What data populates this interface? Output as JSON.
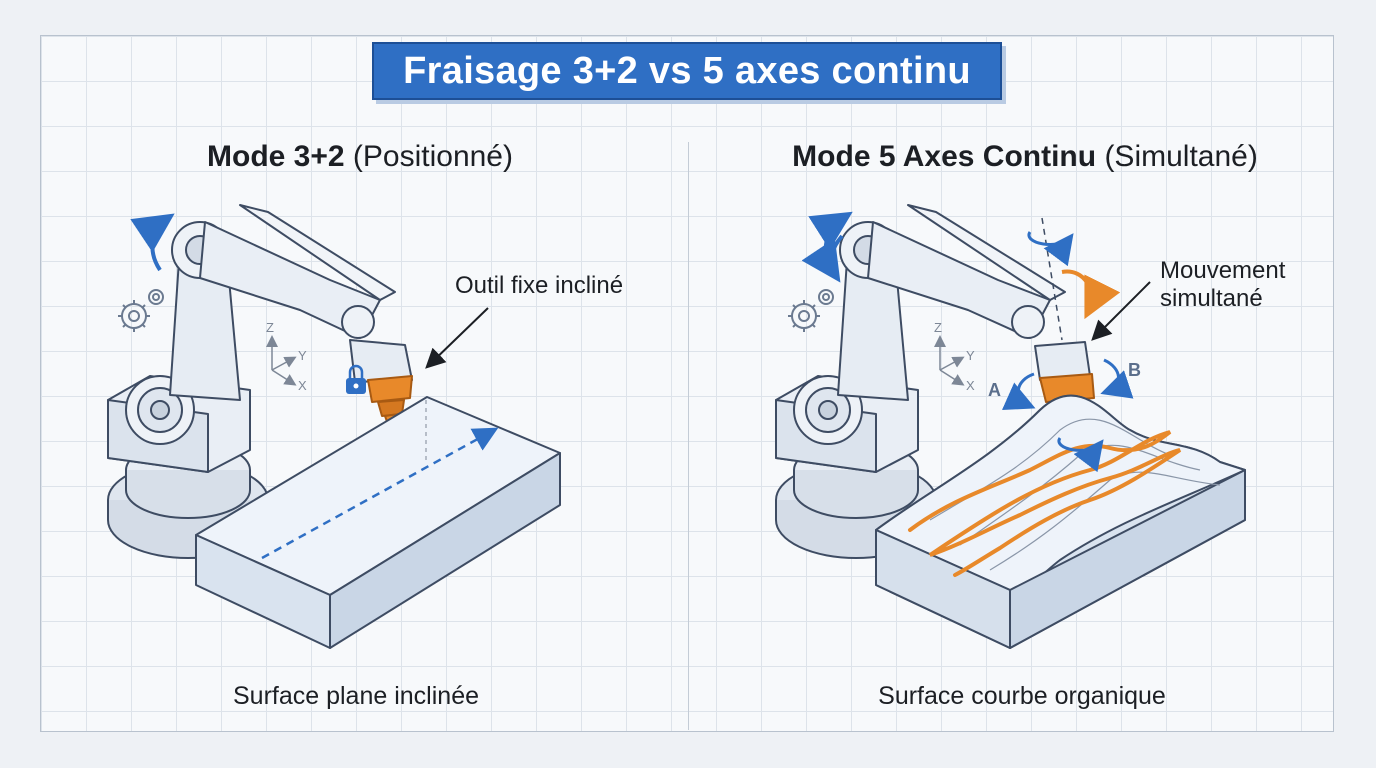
{
  "title": "Fraisage 3+2 vs 5 axes continu",
  "panels": [
    {
      "heading_bold": "Mode 3+2",
      "heading_light": "(Positionné)",
      "annotation": "Outil fixe incliné",
      "caption": "Surface plane inclinée",
      "axis_labels": {
        "z": "Z",
        "y": "Y",
        "x": "X"
      }
    },
    {
      "heading_bold": "Mode 5 Axes Continu",
      "heading_light": "(Simultané)",
      "annotation_line1": "Mouvement",
      "annotation_line2": "simultané",
      "caption": "Surface courbe organique",
      "axis_labels": {
        "z": "Z",
        "y": "Y",
        "x": "X"
      },
      "rotation_labels": {
        "a": "A",
        "b": "B"
      }
    }
  ],
  "colors": {
    "title_bg": "#2f6fc4",
    "accent_blue": "#2f6fc4",
    "tool_orange": "#e8892a",
    "robot_fill": "#e4eaf2",
    "robot_stroke": "#3e4c63"
  },
  "icons": [
    "gear-icon",
    "lock-icon",
    "axis-triad-icon",
    "rotation-arrow-icon"
  ]
}
